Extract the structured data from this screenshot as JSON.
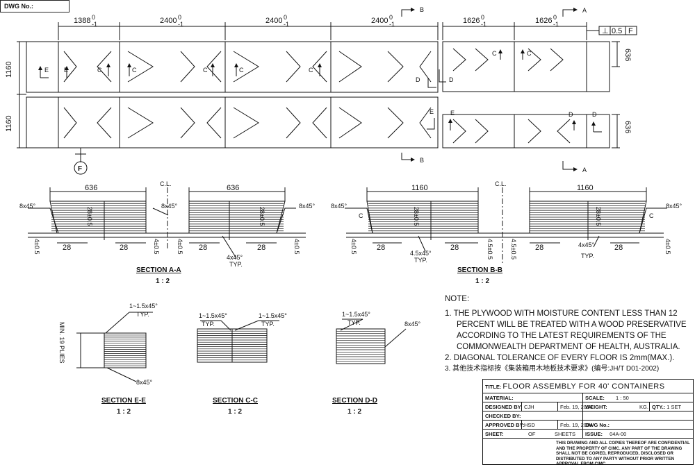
{
  "header": {
    "dwg_no_label": "DWG No.:"
  },
  "plan": {
    "top_dims": [
      "1388",
      "2400",
      "2400",
      "2400"
    ],
    "right_dims": [
      "1626",
      "1626"
    ],
    "dim_superscript": "0",
    "dim_subscript": "-1",
    "row_dim": "1160",
    "right_row_dim": "636",
    "flatness": {
      "symbol": "⊥",
      "value": "0.5",
      "datum": "F"
    },
    "labels": {
      "A": "A",
      "B": "B",
      "C": "C",
      "D": "D",
      "E": "E",
      "F": "F"
    }
  },
  "sections": {
    "aa": {
      "title": "SECTION A-A",
      "scale": "1 : 2",
      "width": "636",
      "cl": "C.L.",
      "chamfer": "8x45°",
      "thickness": "28±0.5",
      "edge": "28",
      "gap": "4±0.5",
      "typ_chamfer": "4x45°",
      "typ": "TYP."
    },
    "bb": {
      "title": "SECTION B-B",
      "scale": "1 : 2",
      "width": "1160",
      "cl": "C.L.",
      "chamfer": "8x45°",
      "thickness": "28±0.5",
      "edge": "28",
      "gap": "4.5±0.5",
      "gap2": "4±0.5",
      "typ_chamfer": "4.5x45°",
      "typ_chamfer2": "4x45°",
      "typ": "TYP.",
      "c_label": "C"
    },
    "ee": {
      "title": "SECTION E-E",
      "scale": "1 : 2",
      "plies": "MIN. 19 PLIES",
      "top": "1~1.5x45°",
      "typ": "TYP.",
      "bottom": "8x45°"
    },
    "cc": {
      "title": "SECTION C-C",
      "scale": "1 : 2",
      "left": "1~1.5x45°",
      "right": "1~1.5x45°",
      "typ": "TYP."
    },
    "dd": {
      "title": "SECTION D-D",
      "scale": "1 : 2",
      "top": "1~1.5x45°",
      "typ": "TYP.",
      "right": "8x45°"
    }
  },
  "notes": {
    "title": "NOTE:",
    "items": [
      "1. THE PLYWOOD WITH MOISTURE CONTENT LESS THAN 12 PERCENT WILL BE TREATED WITH A WOOD PRESERVATIVE ACCORDING TO THE LATEST REQUIREMENTS OF THE COMMONWEALTH DEPARTMENT OF HEALTH, AUSTRALIA.",
      "2. DIAGONAL TOLERANCE OF EVERY FLOOR IS 2mm(MAX.).",
      "3. 其他技术指标按《集装箱用木地板技术要求》(编号:JH/T D01-2002)"
    ]
  },
  "title_block": {
    "title_label": "TITLE:",
    "title": "FLOOR ASSEMBLY FOR 40' CONTAINERS",
    "material_label": "MATERIAL:",
    "scale_label": "SCALE:",
    "scale": "1 : 50",
    "designed_label": "DESIGNED BY:",
    "designed_by": "CJH",
    "designed_date": "Feb. 19, 2004",
    "weight_label": "WEIGHT:",
    "weight_unit": "KG.",
    "qty_label": "QTY.:",
    "qty": "1 SET",
    "checked_label": "CHECKED BY:",
    "approved_label": "APPROVED BY:",
    "approved_by": "HSD",
    "approved_date": "Feb. 19, 2004",
    "dwg_no_label": "DWG No.:",
    "sheet_label": "SHEET:",
    "of_label": "OF",
    "sheets_label": "SHEETS",
    "issue_label": "ISSUE:",
    "issue": "04A-00",
    "confidential": "THIS DRAWING AND ALL COPIES THEREOF ARE CONFIDENTIAL AND THE PROPERTY OF CIMC. ANY PART OF THE DRAWING SHALL NOT BE COPIED, REPRODUCED, DISCLOSED OR DISTRIBUTED TO ANY PARTY WITHOUT PRIOR WRITTEN APPROVAL FROM CIMC."
  }
}
